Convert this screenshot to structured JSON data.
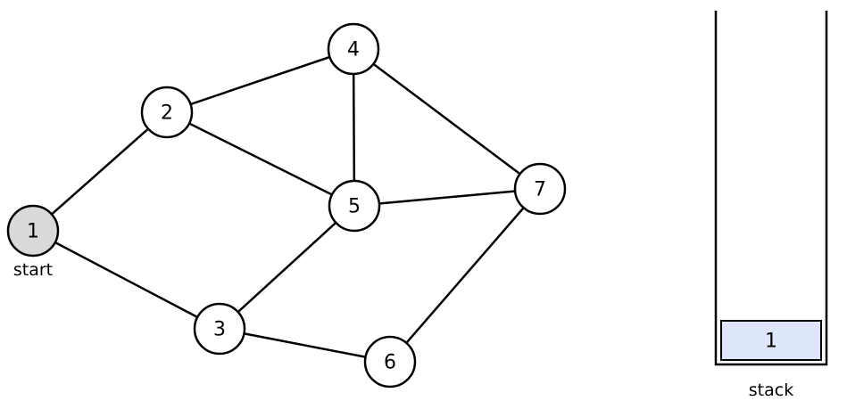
{
  "graph": {
    "nodes": [
      {
        "id": "1",
        "label": "1"
      },
      {
        "id": "2",
        "label": "2"
      },
      {
        "id": "3",
        "label": "3"
      },
      {
        "id": "4",
        "label": "4"
      },
      {
        "id": "5",
        "label": "5"
      },
      {
        "id": "6",
        "label": "6"
      },
      {
        "id": "7",
        "label": "7"
      }
    ],
    "edges": [
      [
        "1",
        "2"
      ],
      [
        "1",
        "3"
      ],
      [
        "2",
        "4"
      ],
      [
        "2",
        "5"
      ],
      [
        "4",
        "5"
      ],
      [
        "4",
        "7"
      ],
      [
        "3",
        "5"
      ],
      [
        "5",
        "7"
      ],
      [
        "3",
        "6"
      ],
      [
        "6",
        "7"
      ]
    ],
    "start_node": "1",
    "start_label": "start",
    "highlight_color": "#d9d9d9",
    "node_color": "#ffffff"
  },
  "stack": {
    "caption": "stack",
    "items": [
      "1"
    ],
    "item_color": "#dde6fb"
  }
}
